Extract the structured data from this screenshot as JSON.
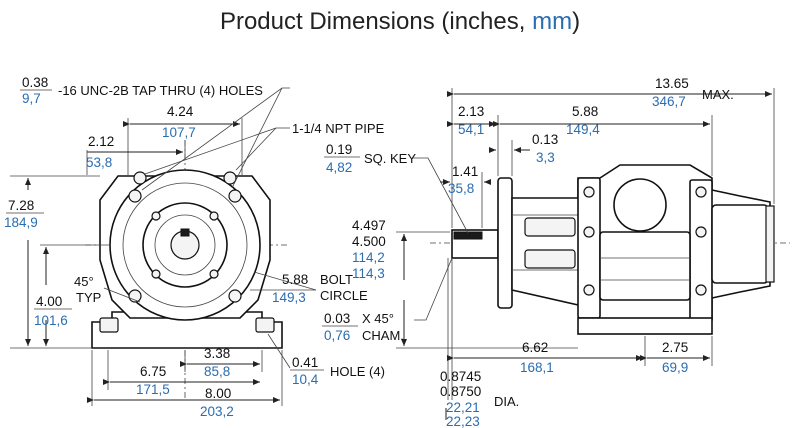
{
  "title": {
    "main": "Product Dimensions (inches, ",
    "mm": "mm",
    "close": ")"
  },
  "front": {
    "tap_in": "0.38",
    "tap_mm": "9,7",
    "tap_label": "-16 UNC-2B TAP THRU (4) HOLES",
    "d424_in": "4.24",
    "d424_mm": "107,7",
    "npt_label": "1-1/4 NPT PIPE",
    "d212_in": "2.12",
    "d212_mm": "53,8",
    "d728_in": "7.28",
    "d728_mm": "184,9",
    "typ_angle": "45°",
    "typ_label": "TYP",
    "d400_in": "4.00",
    "d400_mm": "101,6",
    "bolt_in": "5.88",
    "bolt_mm": "149,3",
    "bolt_label1": "BOLT",
    "bolt_label2": "CIRCLE",
    "d338_in": "3.38",
    "d338_mm": "85,8",
    "d675_in": "6.75",
    "d675_mm": "171,5",
    "hole_in": "0.41",
    "hole_mm": "10,4",
    "hole_label": "HOLE (4)",
    "d800_in": "8.00",
    "d800_mm": "203,2"
  },
  "side": {
    "max_in": "13.65",
    "max_mm": "346,7",
    "max_label": "MAX.",
    "d213_in": "2.13",
    "d213_mm": "54,1",
    "d588_in": "5.88",
    "d588_mm": "149,4",
    "d013_in": "0.13",
    "d013_mm": "3,3",
    "key_in": "0.19",
    "key_mm": "4,82",
    "key_label": "SQ. KEY",
    "d141_in": "1.41",
    "d141_mm": "35,8",
    "shaft_in1": "4.497",
    "shaft_in2": "4.500",
    "shaft_mm1": "114,2",
    "shaft_mm2": "114,3",
    "cham_in": "0.03",
    "cham_angle": "X 45°",
    "cham_mm": "0,76",
    "cham_label": "CHAM.",
    "d662_in": "6.62",
    "d662_mm": "168,1",
    "d275_in": "2.75",
    "d275_mm": "69,9",
    "dia_in1": "0.8745",
    "dia_in2": "0.8750",
    "dia_mm1": "22,21",
    "dia_mm2": "22,23",
    "dia_label": "DIA."
  }
}
